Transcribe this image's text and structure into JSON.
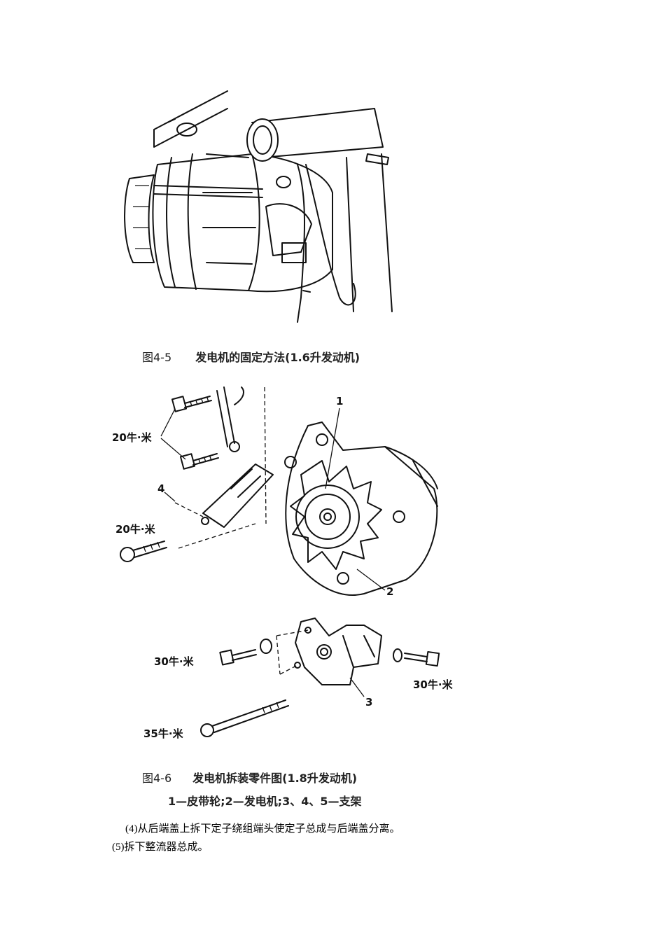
{
  "figure1": {
    "caption_number": "图4-5",
    "caption_title": "发电机的固定方法(1.6升发动机)"
  },
  "figure2": {
    "caption_number": "图4-6",
    "caption_title": "发电机拆装零件图(1.8升发动机)",
    "caption_legend": "1—皮带轮;2—发电机;3、4、5—支架",
    "labels": {
      "torque_20_a": "20牛·米",
      "torque_20_b": "20牛·米",
      "torque_30_a": "30牛·米",
      "torque_30_b": "30牛·米",
      "torque_35": "35牛·米",
      "part_1": "1",
      "part_2": "2",
      "part_3": "3",
      "part_4": "4"
    }
  },
  "paragraphs": {
    "step4": "(4)从后端盖上拆下定子绕组端头使定子总成与后端盖分离。",
    "step5": "(5)拆下整流器总成。"
  }
}
